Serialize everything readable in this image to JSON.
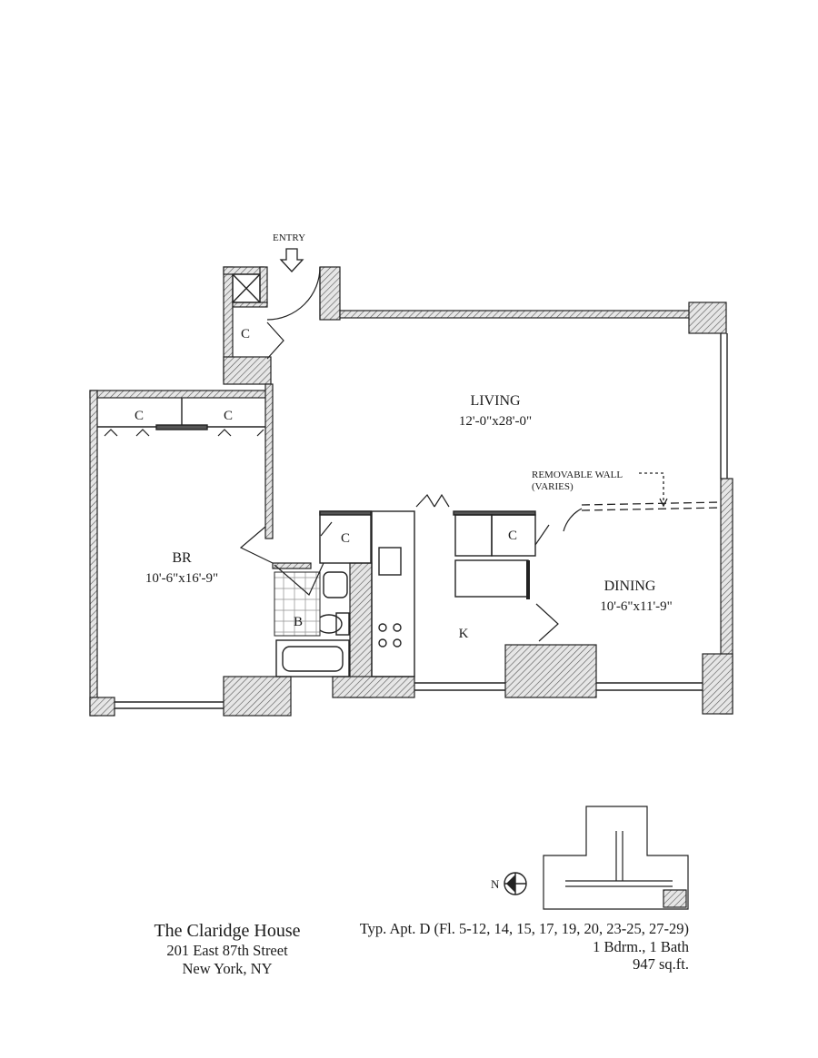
{
  "rooms": {
    "entry": "ENTRY",
    "living": {
      "name": "LIVING",
      "size": "12'-0\"x28'-0\""
    },
    "bedroom": {
      "name": "BR",
      "size": "10'-6\"x16'-9\""
    },
    "dining": {
      "name": "DINING",
      "size": "10'-6\"x11'-9\""
    },
    "kitchen": "K",
    "bath": "B",
    "closet": "C",
    "removable_wall": {
      "line1": "REMOVABLE WALL",
      "line2": "(VARIES)"
    }
  },
  "compass": {
    "north": "N"
  },
  "building": {
    "name": "The Claridge House",
    "street": "201 East 87th Street",
    "city": "New York, NY"
  },
  "apartment": {
    "type": "Typ. Apt. D (Fl. 5-12, 14, 15, 17, 19, 20, 23-25, 27-29)",
    "rooms": "1 Bdrm., 1 Bath",
    "area": "947 sq.ft."
  }
}
